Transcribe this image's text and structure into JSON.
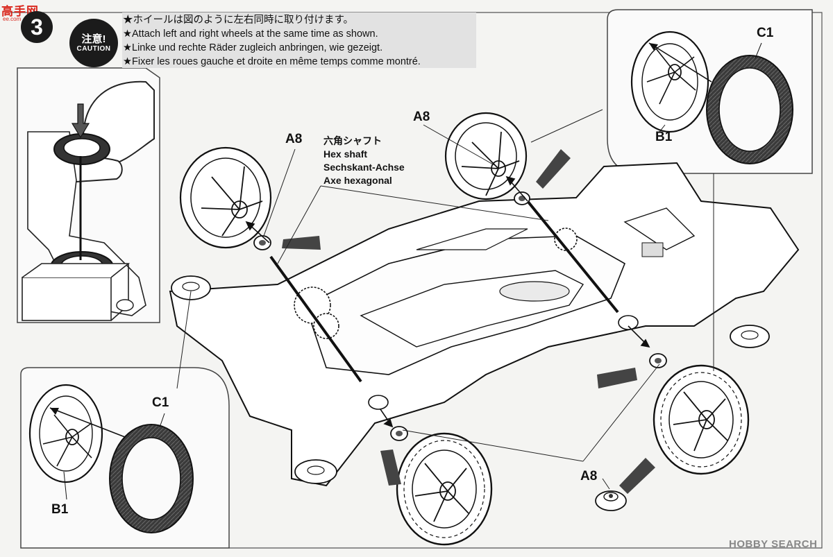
{
  "step_number": "3",
  "watermark_left": {
    "logo": "高手网",
    "url": "ee.com"
  },
  "watermark_right": "HOBBY SEARCH",
  "caution": {
    "jp": "注意!",
    "en": "CAUTION"
  },
  "notes": [
    "★ホイールは図のように左右同時に取り付けます。",
    "★Attach left and right wheels at the same time as shown.",
    "★Linke und rechte Räder zugleich anbringen, wie gezeigt.",
    "★Fixer les roues gauche et droite en même temps comme montré."
  ],
  "hex_shaft": [
    "六角シャフト",
    "Hex shaft",
    "Sechskant-Achse",
    "Axe hexagonal"
  ],
  "labels": {
    "a8_left": "A8",
    "a8_top": "A8",
    "a8_bottom": "A8",
    "c1_top": "C1",
    "b1_top": "B1",
    "c1_bottom": "C1",
    "b1_bottom": "B1"
  }
}
